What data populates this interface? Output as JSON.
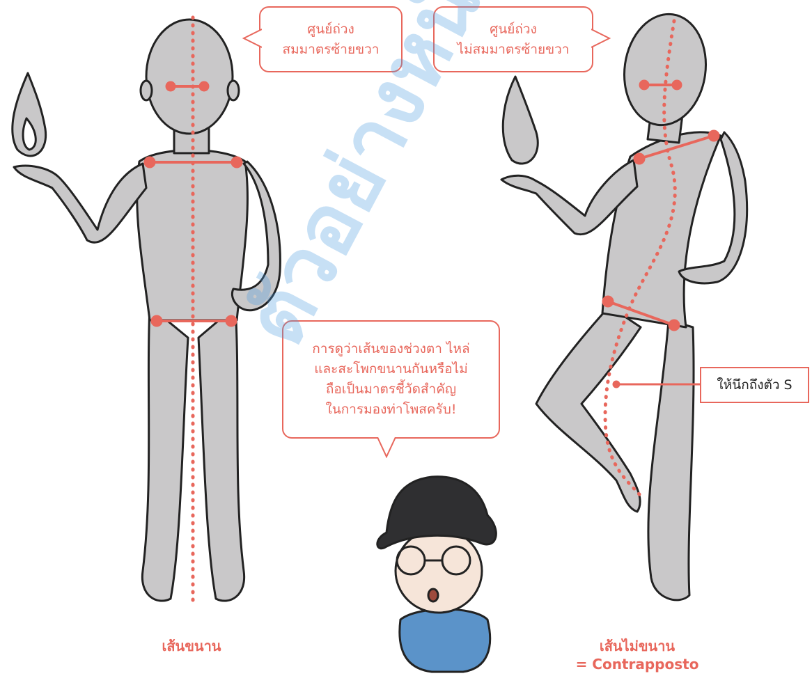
{
  "bubbles": {
    "left_top": [
      "ศูนย์ถ่วง",
      "สมมาตรซ้ายขวา"
    ],
    "right_top": [
      "ศูนย์ถ่วง",
      "ไม่สมมาตรซ้ายขวา"
    ],
    "center": [
      "การดูว่าเส้นของช่วงตา ไหล่",
      "และสะโพกขนานกันหรือไม่",
      "ถือเป็นมาตรชี้วัดสำคัญ",
      "ในการมองท่าโพสครับ!"
    ]
  },
  "s_curve_note": "ให้นึกถึงตัว S",
  "labels": {
    "left": "เส้นขนาน",
    "right_line1": "เส้นไม่ขนาน",
    "right_line2": "= Contrapposto"
  },
  "watermark": "ตัวอย่างหนังสือ",
  "colors": {
    "accent": "#e8675c",
    "figure_fill": "#c9c8c9",
    "outline": "#222222",
    "watermark": "#4a9be0"
  }
}
